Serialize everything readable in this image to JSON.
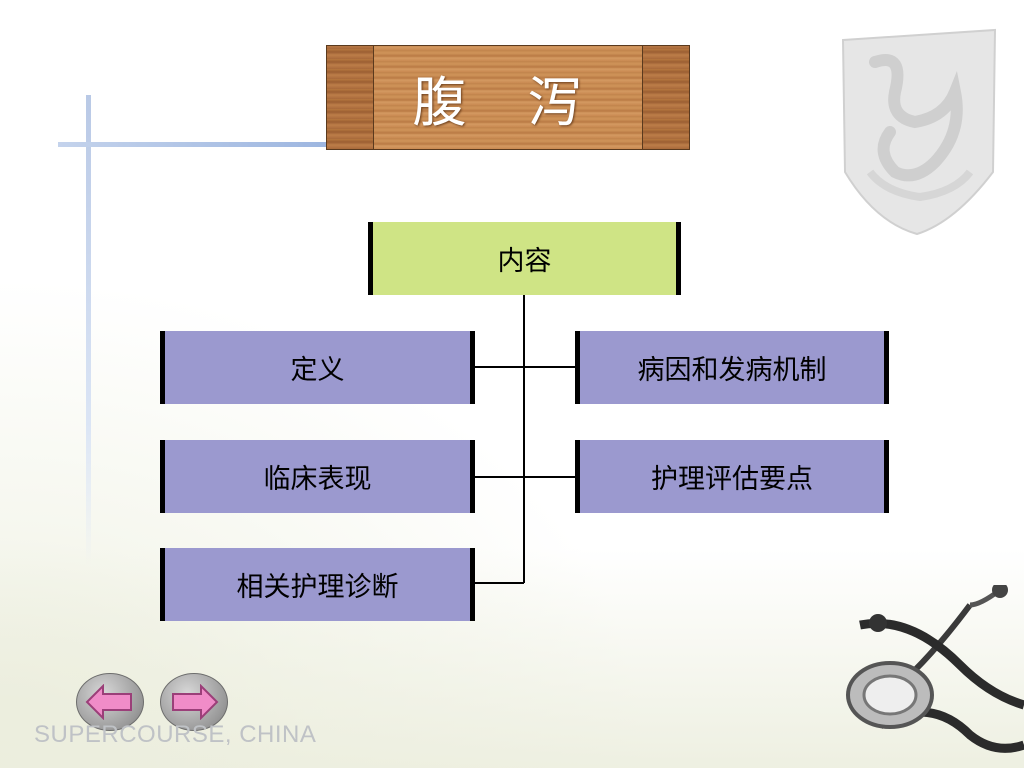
{
  "slide": {
    "title": "腹 泻",
    "footer": "SUPERCOURSE, CHINA"
  },
  "diagram": {
    "root": "内容",
    "left_items": [
      "定义",
      "临床表现",
      "相关护理诊断"
    ],
    "right_items": [
      "病因和发病机制",
      "护理评估要点"
    ]
  },
  "nav": {
    "prev_icon": "arrow-left-icon",
    "next_icon": "arrow-right-icon"
  },
  "colors": {
    "root_fill": "#cfe485",
    "node_fill": "#9b99cf",
    "arrow_fill": "#f08cc8"
  }
}
